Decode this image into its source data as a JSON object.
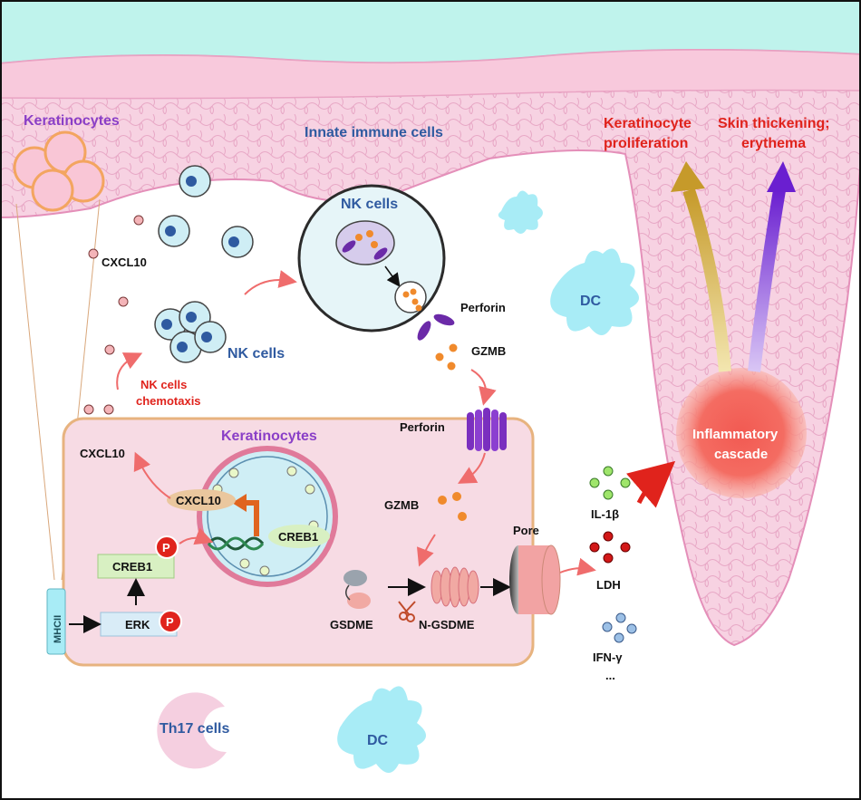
{
  "labels": {
    "keratinocytes_top": "Keratinocytes",
    "innate_immune_cells": "Innate immune cells",
    "keratinocyte_proliferation_1": "Keratinocyte",
    "keratinocyte_proliferation_2": "proliferation",
    "skin_thickening_1": "Skin thickening;",
    "skin_thickening_2": "erythema",
    "nk_cells_inner": "NK cells",
    "nk_cells_cluster": "NK cells",
    "cxcl10_top": "CXCL10",
    "cxcl10_left": "CXCL10",
    "cxcl10_nucleus": "CXCL10",
    "nk_chemotaxis_1": "NK cells",
    "nk_chemotaxis_2": "chemotaxis",
    "perforin_top": "Perforin",
    "perforin_mid": "Perforin",
    "gzmb_top": "GZMB",
    "gzmb_mid": "GZMB",
    "dc_upper": "DC",
    "dc_lower": "DC",
    "keratinocytes_box": "Keratinocytes",
    "creb1_nucleus": "CREB1",
    "creb1_box": "CREB1",
    "erk": "ERK",
    "mhcii": "MHCII",
    "phospho": "P",
    "gsdme": "GSDME",
    "n_gsdme": "N-GSDME",
    "pore": "Pore",
    "il1b": "IL-1β",
    "ldh": "LDH",
    "ifng": "IFN-γ",
    "ellipsis": "...",
    "inflammatory_1": "Inflammatory",
    "inflammatory_2": "cascade",
    "th17": "Th17 cells"
  },
  "colors": {
    "sky": "#bff3ec",
    "skin": "#f6cfe0",
    "skin_line": "#e9a3c3",
    "dermis": "#ffffff",
    "keratinocyte_purple": "#8a3fc7",
    "title_blue": "#2f5aa0",
    "red": "#e0231c",
    "box_fill": "#f7dbe4",
    "box_border": "#e7b37f",
    "nucleus": "#cfeef5",
    "dc": "#a8ecf6",
    "inflammation": "#f4655e",
    "gold": "#c9a233",
    "violet": "#7a2fd0"
  }
}
